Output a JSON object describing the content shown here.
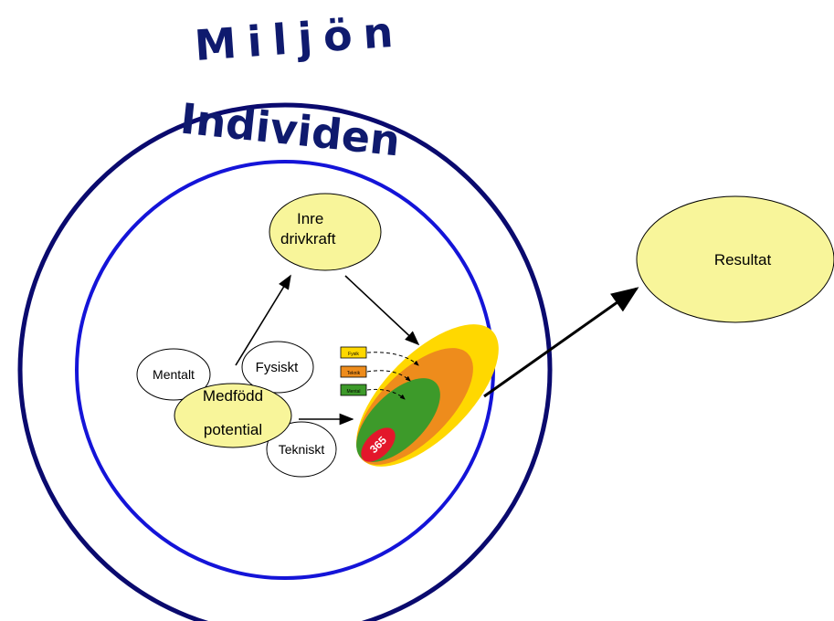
{
  "environment": {
    "title": "Miljön"
  },
  "individual": {
    "title": "Individen"
  },
  "nodes": {
    "drive": {
      "line1": "Inre",
      "line2": "drivkraft"
    },
    "potential": {
      "line1": "Medfödd",
      "line2": "potential"
    },
    "mental": "Mentalt",
    "physical": "Fysiskt",
    "technical": "Tekniskt",
    "result": "Resultat"
  },
  "target": {
    "center_label": "365",
    "legend": [
      "Fysik",
      "Teknik",
      "Mental"
    ]
  },
  "colors": {
    "outer_ring": "#0a0a6e",
    "inner_ring": "#1414d8",
    "node_fill": "#f8f59a",
    "target_yellow": "#ffd800",
    "target_orange": "#ee8c1c",
    "target_green": "#3d9a2a",
    "target_red": "#e3172b"
  }
}
